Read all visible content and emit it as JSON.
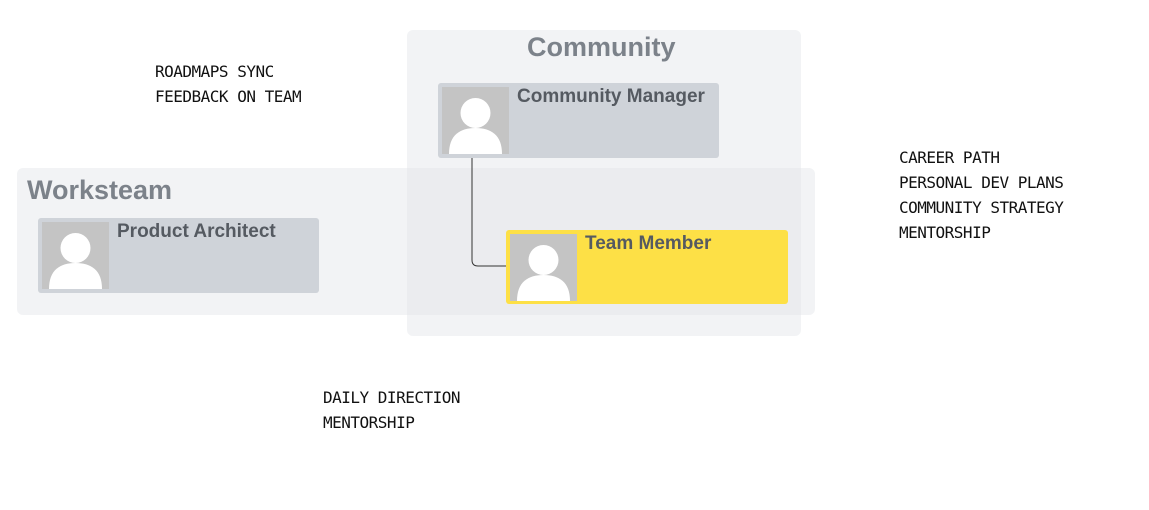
{
  "groups": {
    "community": {
      "title": "Community"
    },
    "worksteam": {
      "title": "Worksteam"
    }
  },
  "cards": {
    "community_manager": {
      "title": "Community Manager"
    },
    "product_architect": {
      "title": "Product Architect"
    },
    "team_member": {
      "title": "Team Member"
    }
  },
  "notes": {
    "top_left": [
      "ROADMAPS SYNC",
      "FEEDBACK ON TEAM"
    ],
    "right": [
      "CAREER PATH",
      "PERSONAL DEV PLANS",
      "COMMUNITY STRATEGY",
      "MENTORSHIP"
    ],
    "bottom": [
      "DAILY DIRECTION",
      "MENTORSHIP"
    ]
  },
  "colors": {
    "group_bg": "#e2e4e8",
    "card_bg": "#cfd3d9",
    "highlight": "#fde046",
    "title_text": "#7c828a",
    "card_text": "#555a61",
    "avatar_bg": "#c4c4c4",
    "avatar_fg": "#ffffff"
  },
  "icons": {
    "avatar": "person-silhouette-icon"
  }
}
